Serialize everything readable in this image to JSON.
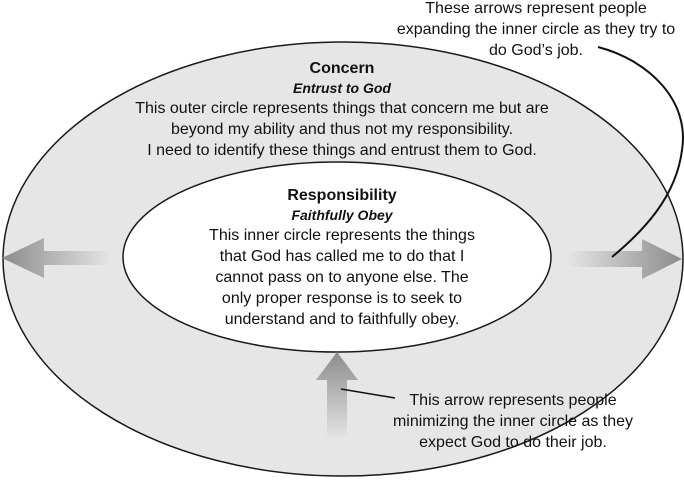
{
  "outer_circle": {
    "title": "Concern",
    "subtitle": "Entrust to God",
    "lines": [
      "This outer circle represents things that concern me but are",
      "beyond my ability and thus not my responsibility.",
      "I need to identify these things and entrust them to God."
    ]
  },
  "inner_circle": {
    "title": "Responsibility",
    "subtitle": "Faithfully Obey",
    "lines": [
      "This inner circle represents the things",
      "that God has called me to do that I",
      "cannot pass on to anyone else. The",
      "only proper response is to seek to",
      "understand and to faithfully obey."
    ]
  },
  "annotation_expand": {
    "lines": [
      "These arrows represent people",
      "expanding the inner circle as they try to",
      "do God’s job."
    ]
  },
  "annotation_minimize": {
    "lines": [
      "This arrow represents people",
      "minimizing the inner circle as they",
      "expect God to do their job."
    ]
  },
  "colors": {
    "outer_fill": "#e6e6e6",
    "inner_fill": "#ffffff",
    "stroke": "#1a1a1a",
    "arrow_dark": "#8c8c8c",
    "arrow_light": "#e6e6e6"
  }
}
